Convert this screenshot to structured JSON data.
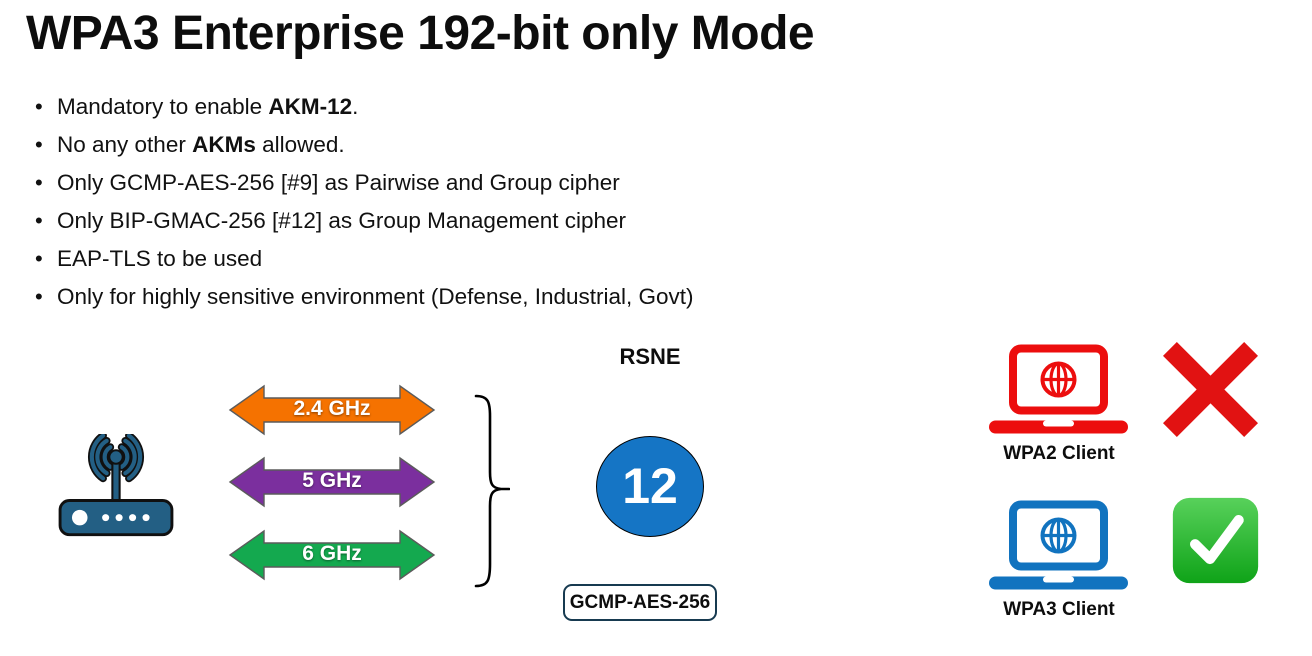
{
  "slide": {
    "title": "WPA3 Enterprise 192-bit only Mode",
    "bullets": [
      [
        {
          "t": "Mandatory to enable ",
          "b": false
        },
        {
          "t": "AKM-12",
          "b": true
        },
        {
          "t": ".",
          "b": false
        }
      ],
      [
        {
          "t": "No any other ",
          "b": false
        },
        {
          "t": "AKMs",
          "b": true
        },
        {
          "t": " allowed.",
          "b": false
        }
      ],
      [
        {
          "t": "Only GCMP-AES-256 [#9] as Pairwise and Group cipher",
          "b": false
        }
      ],
      [
        {
          "t": "Only BIP-GMAC-256 [#12] as Group Management cipher",
          "b": false
        }
      ],
      [
        {
          "t": "EAP-TLS to be used",
          "b": false
        }
      ],
      [
        {
          "t": "Only for highly sensitive environment (Defense, Industrial, Govt)",
          "b": false
        }
      ]
    ]
  },
  "diagram": {
    "rsne_label": "RSNE",
    "akm_number": "12",
    "cipher_box_label": "GCMP-AES-256",
    "bands": [
      {
        "label": "2.4 GHz",
        "color": "#F57200"
      },
      {
        "label": "5 GHz",
        "color": "#7B2F9E"
      },
      {
        "label": "6 GHz",
        "color": "#14A94F"
      }
    ],
    "clients": [
      {
        "label": "WPA2 Client",
        "color": "#EC0E0E",
        "status": "rejected"
      },
      {
        "label": "WPA3 Client",
        "color": "#1173BF",
        "status": "allowed"
      }
    ],
    "icons": {
      "router": "wifi-router-icon",
      "client": "laptop-globe-icon",
      "rejected": "cross-mark-icon",
      "allowed": "check-mark-icon"
    },
    "colors": {
      "akm_circle": "#1575C5",
      "router": "#235F84",
      "cross": "#E11212",
      "check_light": "#58D15B",
      "check_dark": "#0FA318"
    }
  }
}
